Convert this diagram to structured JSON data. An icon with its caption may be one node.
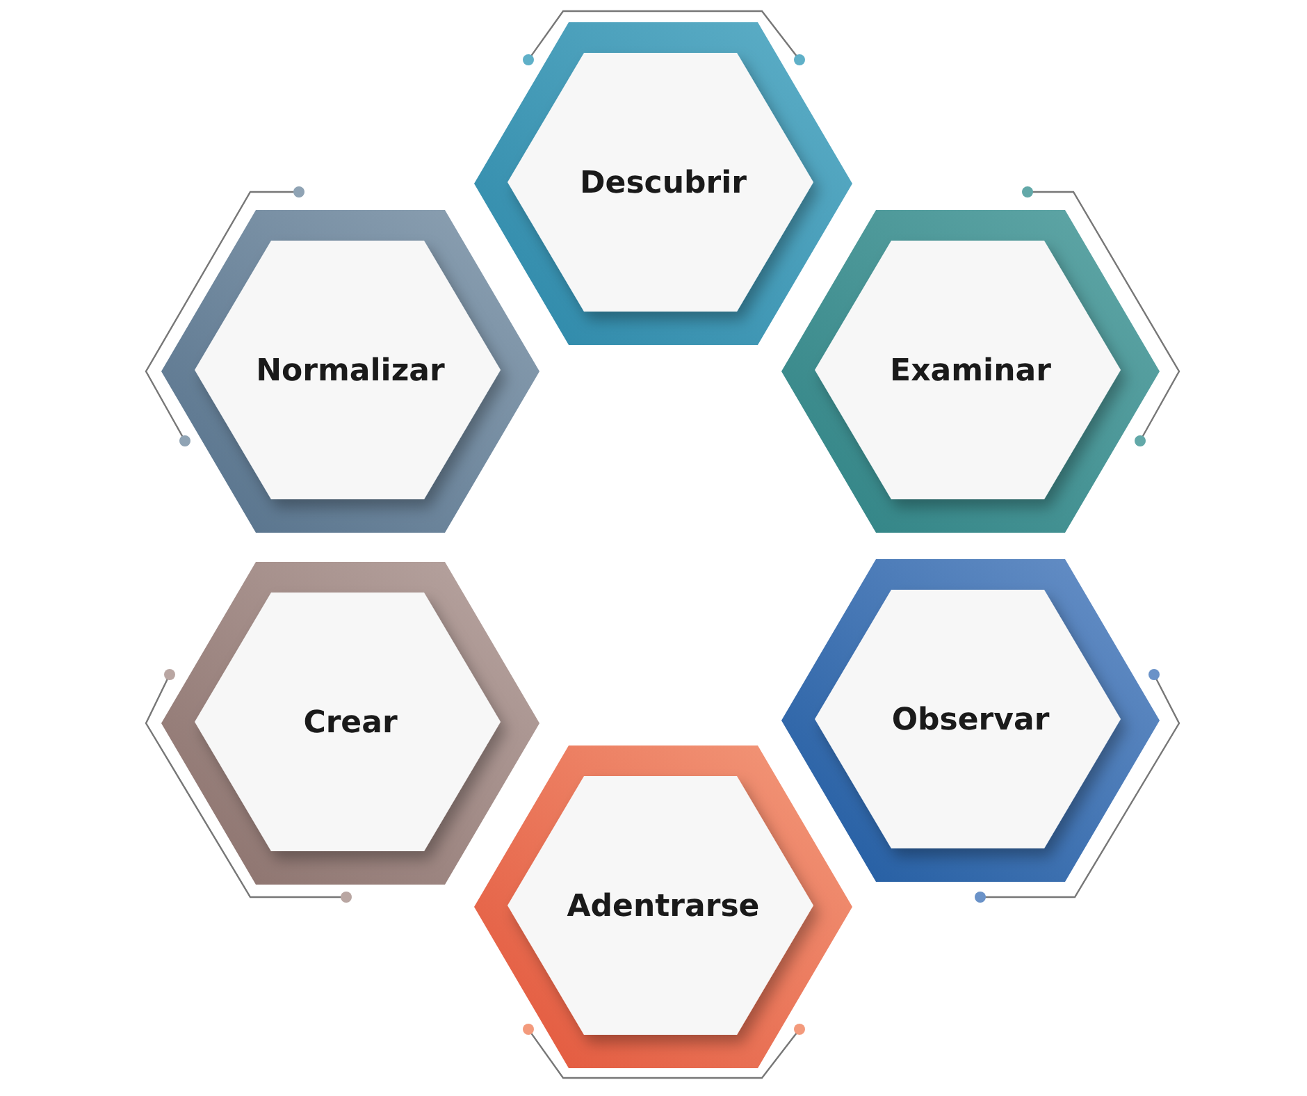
{
  "diagram": {
    "nodes": [
      {
        "text": [
          "Descubrir"
        ]
      },
      {
        "text": [
          "Normalizar"
        ]
      },
      {
        "text": [
          "Examinar"
        ]
      },
      {
        "text": [
          "Crear"
        ]
      },
      {
        "text": [
          "Observar"
        ]
      },
      {
        "text": [
          "Adentrarse"
        ]
      }
    ]
  }
}
